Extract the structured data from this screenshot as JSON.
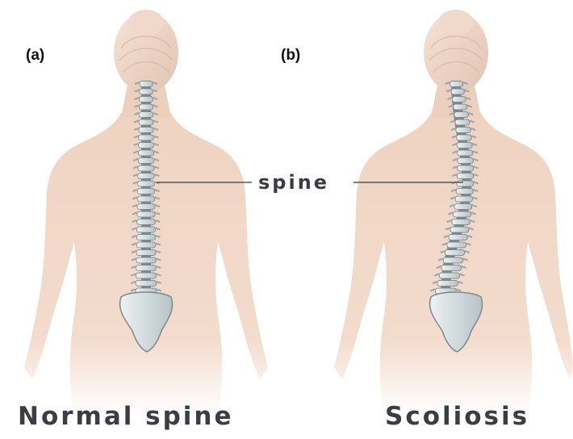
{
  "panels": [
    {
      "label": "(a)",
      "caption": "Normal spine",
      "spine_shape": "straight"
    },
    {
      "label": "(b)",
      "caption": "Scoliosis",
      "spine_shape": "s-curve"
    }
  ],
  "callout": {
    "text": "spine"
  },
  "colors": {
    "skin": "#f1d9c9",
    "skin_shadow": "#e3c0aa",
    "bone": "#d5dde0",
    "bone_shadow": "#7b8a8e",
    "text": "#3a3d44",
    "leader_line": "#555555"
  }
}
